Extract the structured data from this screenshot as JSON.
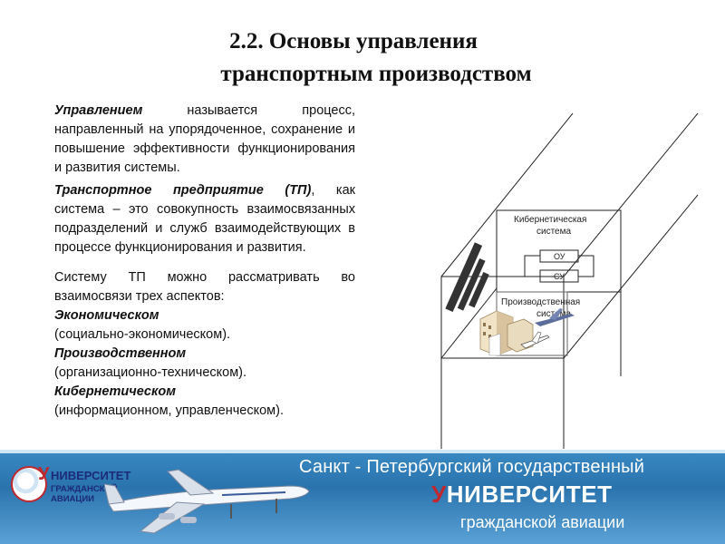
{
  "slide": {
    "title_line1": "2.2. Основы управления",
    "title_line2": "транспортным производством"
  },
  "body": {
    "p1_term": "Управлением",
    "p1_text": " называется процесс, направленный на упорядоченное, сохранение и повышение эффективности функционирования и развития системы.",
    "p2_term": "Транспортное предприятие (ТП)",
    "p2_text": ", как система – это совокупность взаимосвязанных подразделений и служб взаимодействующих в процессе функционирования и развития.",
    "p3_text": "Систему ТП можно рассматривать во взаимосвязи трех аспектов:",
    "aspects": [
      {
        "name": "Экономическом",
        "detail": "(социально-экономическом)."
      },
      {
        "name": "Производственном",
        "detail": "(организационно-техническом)."
      },
      {
        "name": "Кибернетическом",
        "detail": "(информационном, управленческом)."
      }
    ]
  },
  "diagram": {
    "cyber_label_1": "Кибернетическая",
    "cyber_label_2": "система",
    "ou_label": "ОУ",
    "su_label": "СУ",
    "prod_label_1": "Производственная",
    "prod_label_2": "система"
  },
  "footer": {
    "logo_u": "У",
    "logo_line1": "НИВЕРСИТЕТ",
    "logo_line2": "ГРАЖДАНСКОЙ АВИАЦИИ",
    "line1": "Санкт - Петербургский государственный",
    "line2_first": "У",
    "line2_rest": "НИВЕРСИТЕТ",
    "line3": "гражданской авиации"
  }
}
